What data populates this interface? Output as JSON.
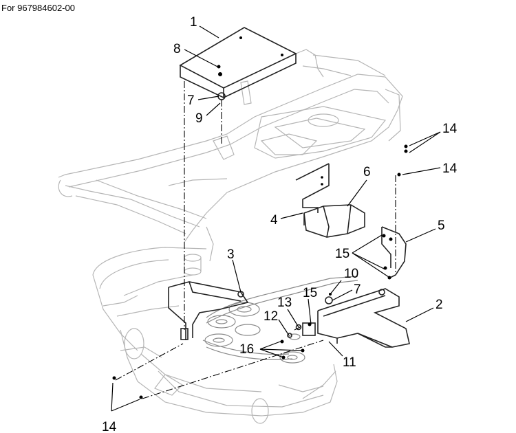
{
  "header": {
    "doc_ref": "For 967984602-00"
  },
  "callouts": [
    {
      "id": "c1",
      "label": "1"
    },
    {
      "id": "c8",
      "label": "8"
    },
    {
      "id": "c7a",
      "label": "7"
    },
    {
      "id": "c9",
      "label": "9"
    },
    {
      "id": "c14a",
      "label": "14"
    },
    {
      "id": "c14b",
      "label": "14"
    },
    {
      "id": "c6",
      "label": "6"
    },
    {
      "id": "c4",
      "label": "4"
    },
    {
      "id": "c5",
      "label": "5"
    },
    {
      "id": "c15a",
      "label": "15"
    },
    {
      "id": "c3",
      "label": "3"
    },
    {
      "id": "c10",
      "label": "10"
    },
    {
      "id": "c7b",
      "label": "7"
    },
    {
      "id": "c15b",
      "label": "15"
    },
    {
      "id": "c13",
      "label": "13"
    },
    {
      "id": "c12",
      "label": "12"
    },
    {
      "id": "c2",
      "label": "2"
    },
    {
      "id": "c16",
      "label": "16"
    },
    {
      "id": "c11",
      "label": "11"
    },
    {
      "id": "c14c",
      "label": "14"
    }
  ]
}
